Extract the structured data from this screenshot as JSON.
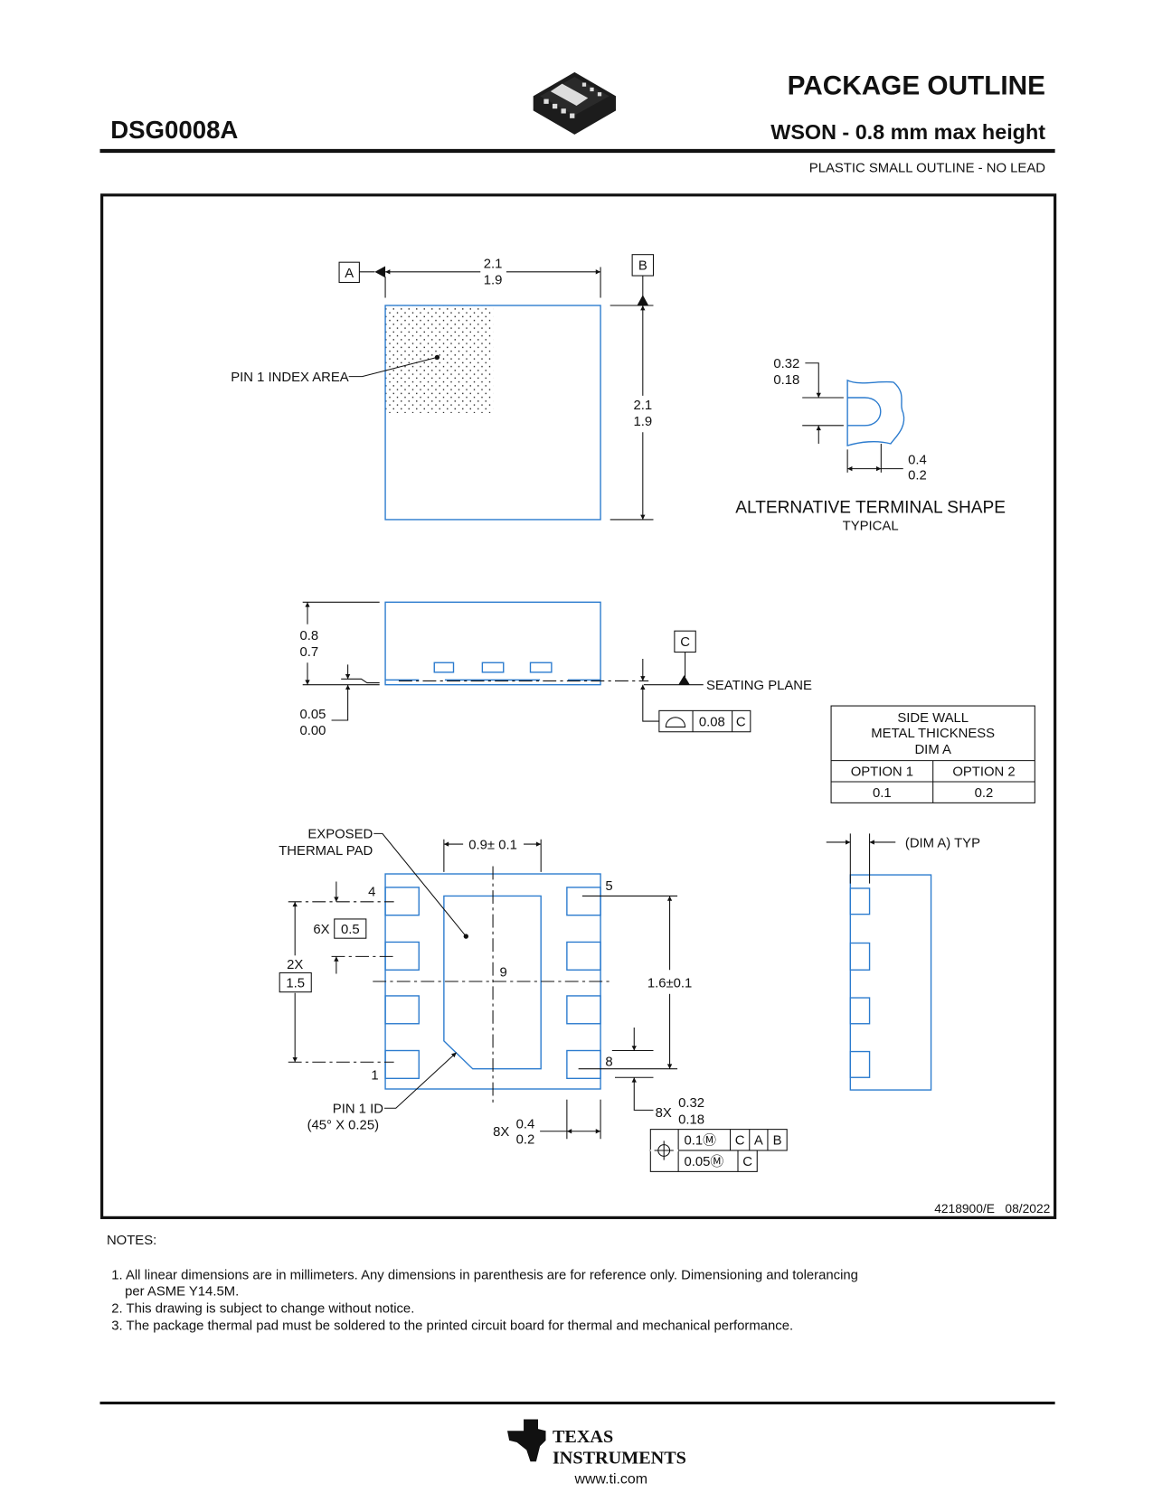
{
  "header": {
    "title": "PACKAGE OUTLINE",
    "package_code": "DSG0008A",
    "subtitle": "WSON - 0.8 mm max height",
    "description": "PLASTIC SMALL OUTLINE - NO LEAD"
  },
  "top_view": {
    "datum_a": "A",
    "datum_b": "B",
    "width_max": "2.1",
    "width_min": "1.9",
    "height_max": "2.1",
    "height_min": "1.9",
    "pin1_label": "PIN 1 INDEX AREA"
  },
  "alt_terminal": {
    "dim1_max": "0.32",
    "dim1_min": "0.18",
    "dim2_max": "0.4",
    "dim2_min": "0.2",
    "title": "ALTERNATIVE TERMINAL SHAPE",
    "subtitle": "TYPICAL"
  },
  "side_view": {
    "height_max": "0.8",
    "height_min": "0.7",
    "standoff_max": "0.05",
    "standoff_min": "0.00",
    "datum_c": "C",
    "seating_plane": "SEATING PLANE",
    "flatness_value": "0.08",
    "flatness_datum": "C"
  },
  "table": {
    "header_lines": [
      "SIDE WALL",
      "METAL THICKNESS",
      "DIM A"
    ],
    "columns": [
      "OPTION 1",
      "OPTION 2"
    ],
    "values": [
      "0.1",
      "0.2"
    ]
  },
  "bottom_view": {
    "thermal_label_1": "EXPOSED",
    "thermal_label_2": "THERMAL PAD",
    "pad_width": "0.9± 0.1",
    "pin_4": "4",
    "pin_5": "5",
    "pin_1": "1",
    "pin_8": "8",
    "pin_9": "9",
    "pitch_count": "6X",
    "pitch": "0.5",
    "span_count": "2X",
    "span": "1.5",
    "pad_height": "1.6±0.1",
    "lead_w_count": "8X",
    "lead_w_max": "0.32",
    "lead_w_min": "0.18",
    "lead_l_count": "8X",
    "lead_l_max": "0.4",
    "lead_l_min": "0.2",
    "pin1_id_1": "PIN 1 ID",
    "pin1_id_2": "(45° X 0.25)",
    "pos_tol_1": "0.1Ⓜ",
    "pos_tol_1_datums": [
      "C",
      "A",
      "B"
    ],
    "pos_tol_2": "0.05Ⓜ",
    "pos_tol_2_datum": "C"
  },
  "dim_a_view": {
    "label": "(DIM A) TYP"
  },
  "footer": {
    "doc_number": "4218900/E   08/2022",
    "notes_title": "NOTES:",
    "notes": [
      "1. All linear dimensions are in millimeters. Any dimensions in parenthesis are for reference only. Dimensioning and tolerancing",
      "per ASME Y14.5M.",
      "2. This drawing is subject to change without notice.",
      "3. The package thermal pad must be soldered to the printed circuit board for thermal and mechanical performance."
    ],
    "logo_line1": "TEXAS",
    "logo_line2": "INSTRUMENTS",
    "website": "www.ti.com"
  },
  "colors": {
    "outline": "#2b7bce",
    "ink": "#111111"
  }
}
